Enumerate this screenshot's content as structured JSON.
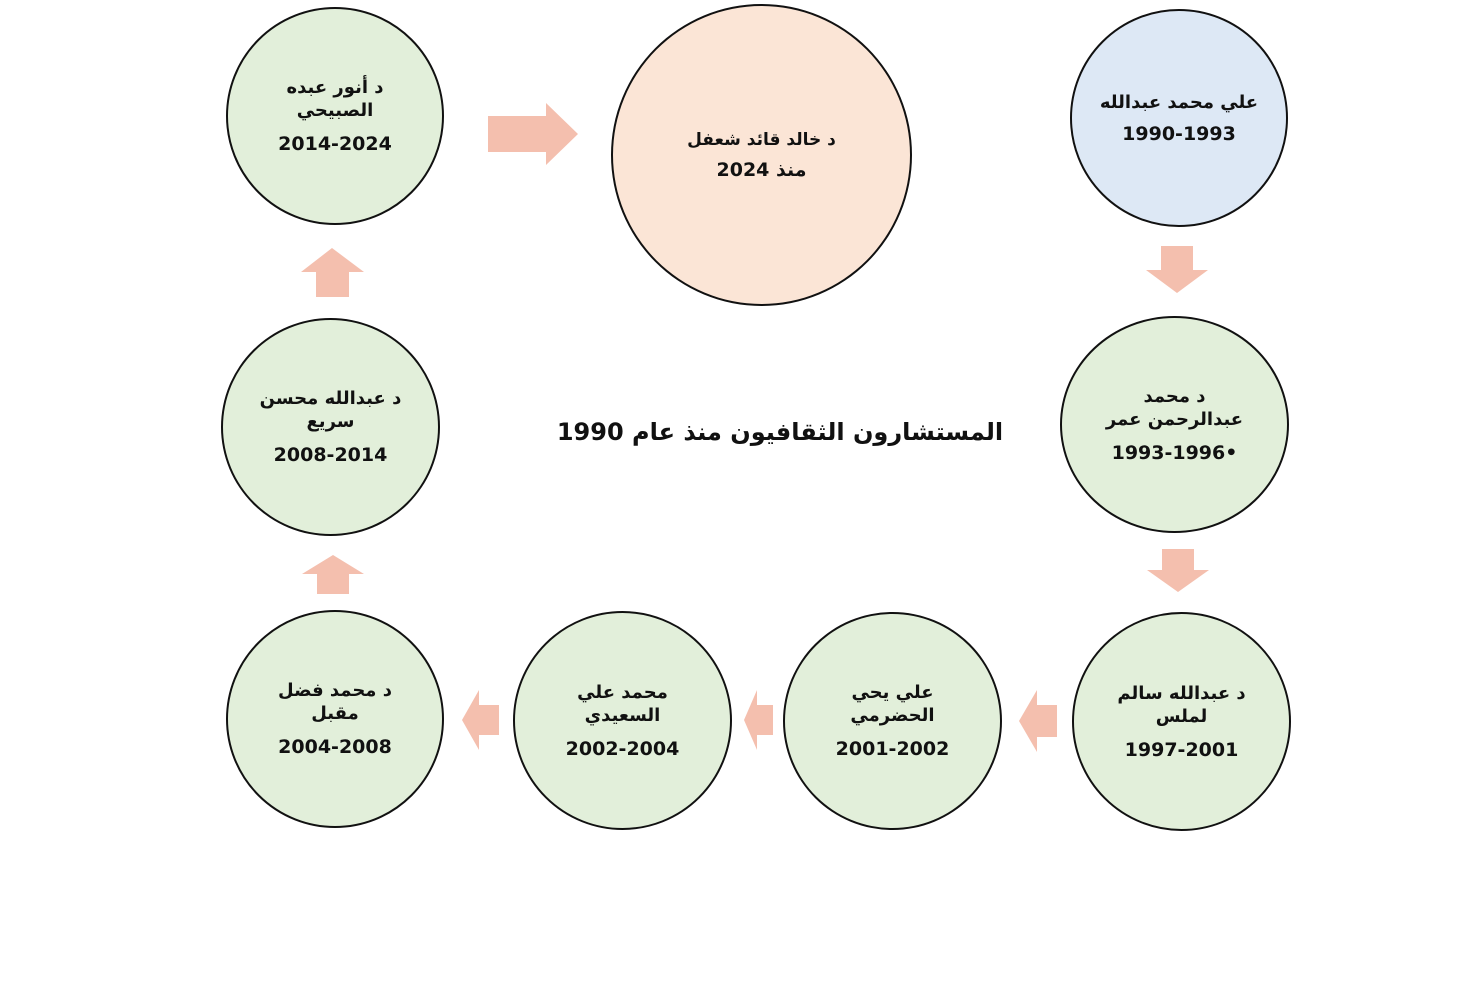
{
  "title": "المستشارون الثقافيون منذ عام 1990",
  "colors": {
    "first_node": "#dde8f5",
    "middle_node": "#e2efda",
    "final_node": "#fbe5d6",
    "arrow": "#f4bfae",
    "border": "#111111"
  },
  "nodes": [
    {
      "name": "علي محمد عبدالله",
      "period": "1990-1993"
    },
    {
      "name": "د محمد عبدالرحمن عمر",
      "period": "1993-1996•"
    },
    {
      "name": "د عبدالله سالم لملس",
      "period": "1997-2001"
    },
    {
      "name": "علي يحي الحضرمي",
      "period": "2001-2002"
    },
    {
      "name": "محمد علي السعيدي",
      "period": "2002-2004"
    },
    {
      "name": "د محمد فضل مقبل",
      "period": "2004-2008"
    },
    {
      "name": "د عبدالله محسن سريع",
      "period": "2008-2014"
    },
    {
      "name": "د أنور عبده الصبيحي",
      "period": "2014-2024"
    },
    {
      "name": "د خالد قائد شعفل",
      "period": "منذ 2024"
    }
  ],
  "arrows": [
    {
      "direction": "down"
    },
    {
      "direction": "down"
    },
    {
      "direction": "left"
    },
    {
      "direction": "left"
    },
    {
      "direction": "left"
    },
    {
      "direction": "up"
    },
    {
      "direction": "up"
    },
    {
      "direction": "right"
    }
  ]
}
